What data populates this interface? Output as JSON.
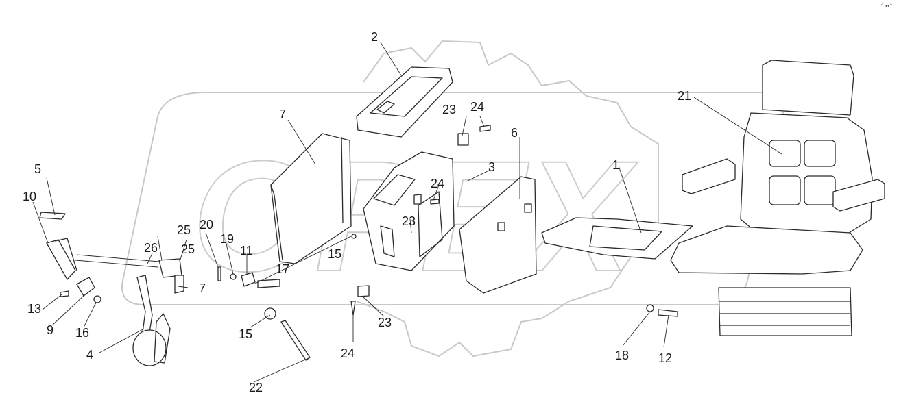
{
  "corner_mark": "° ••°",
  "watermark_text": "OPEX",
  "colors": {
    "line": "#2a2a2a",
    "watermark": "#c8c8c8",
    "fill": "#ffffff"
  },
  "callouts": {
    "c1": "1",
    "c2": "2",
    "c3": "3",
    "c4": "4",
    "c5": "5",
    "c6": "6",
    "c7a": "7",
    "c7b": "7",
    "c9": "9",
    "c10": "10",
    "c11": "11",
    "c12": "12",
    "c13": "13",
    "c15a": "15",
    "c15b": "15",
    "c16": "16",
    "c17": "17",
    "c18": "18",
    "c19": "19",
    "c20": "20",
    "c21": "21",
    "c22": "22",
    "c23a": "23",
    "c23b": "23",
    "c23c": "23",
    "c24a": "24",
    "c24b": "24",
    "c24c": "24",
    "c25a": "25",
    "c25b": "25",
    "c26": "26"
  }
}
